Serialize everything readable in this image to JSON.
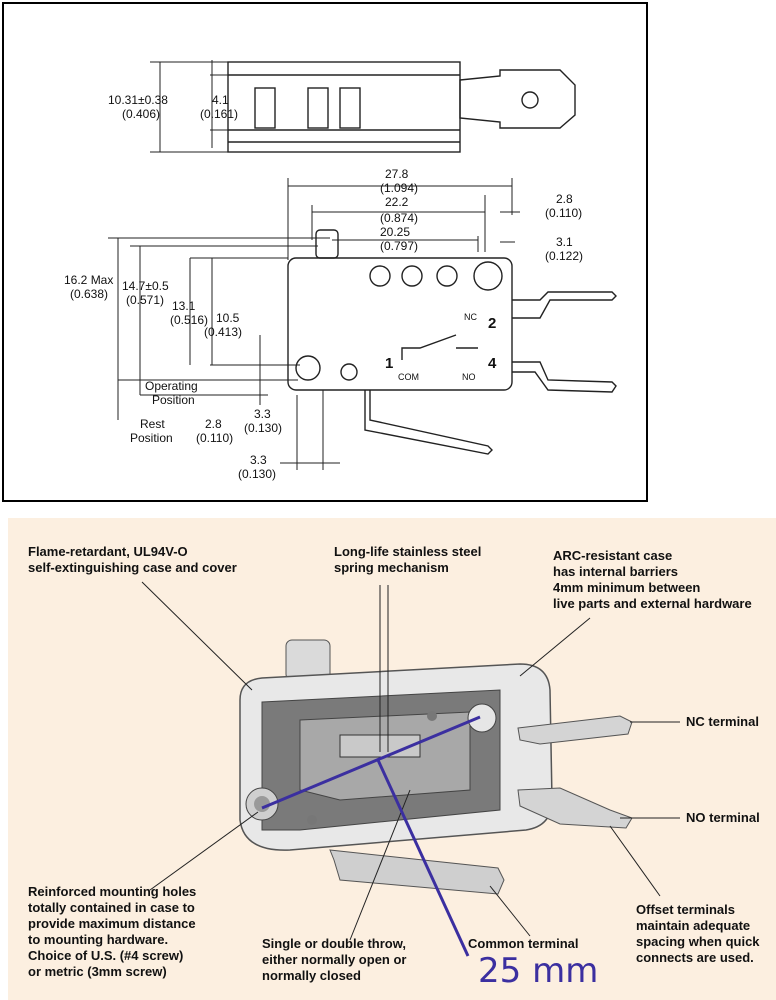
{
  "top": {
    "dims": {
      "h_total": "10.31±0.38",
      "h_total_in": "(0.406)",
      "h_inner": "4.1",
      "h_inner_in": "(0.161)",
      "len_total": "27.8",
      "len_total_in": "(1.094)",
      "len_mid": "22.2",
      "len_mid_in": "(0.874)",
      "len_short": "20.25",
      "len_short_in": "(0.797)",
      "d_right1": "2.8",
      "d_right1_in": "(0.110)",
      "d_right2": "3.1",
      "d_right2_in": "(0.122)",
      "max_h": "16.2 Max",
      "max_h_in": "(0.638)",
      "op_h": "14.7±0.5",
      "op_h_in": "(0.571)",
      "mid_h": "13.1",
      "mid_h_in": "(0.516)",
      "low_h": "10.5",
      "low_h_in": "(0.413)",
      "op_pos1": "Operating",
      "op_pos2": "Position",
      "rest_pos1": "Rest",
      "rest_pos2": "Position",
      "d_28": "2.8",
      "d_28_in": "(0.110)",
      "d_33a": "3.3",
      "d_33a_in": "(0.130)",
      "d_33b": "3.3",
      "d_33b_in": "(0.130)"
    },
    "terminals": {
      "nc": "NC",
      "t2": "2",
      "t1": "1",
      "com": "COM",
      "no": "NO",
      "t4": "4"
    }
  },
  "bottom": {
    "callouts": {
      "case1": "Flame-retardant, UL94V-O",
      "case2": "self-extinguishing case and cover",
      "spring1": "Long-life stainless steel",
      "spring2": "spring mechanism",
      "arc1": "ARC-resistant case",
      "arc2": "has internal barriers",
      "arc3": "4mm minimum between",
      "arc4": "live parts and external hardware",
      "nc": "NC terminal",
      "no": "NO terminal",
      "mount1": "Reinforced mounting holes",
      "mount2": "totally contained in case to",
      "mount3": "provide maximum distance",
      "mount4": "to mounting hardware.",
      "mount5": "Choice of U.S. (#4 screw)",
      "mount6": "or metric (3mm screw)",
      "throw1": "Single or double throw,",
      "throw2": "either normally open or",
      "throw3": "normally closed",
      "common": "Common terminal",
      "offset1": "Offset terminals",
      "offset2": "maintain adequate",
      "offset3": "spacing when quick",
      "offset4": "connects are used."
    },
    "scale_label": "25 mm",
    "scale_color": "#3b2fa0"
  }
}
